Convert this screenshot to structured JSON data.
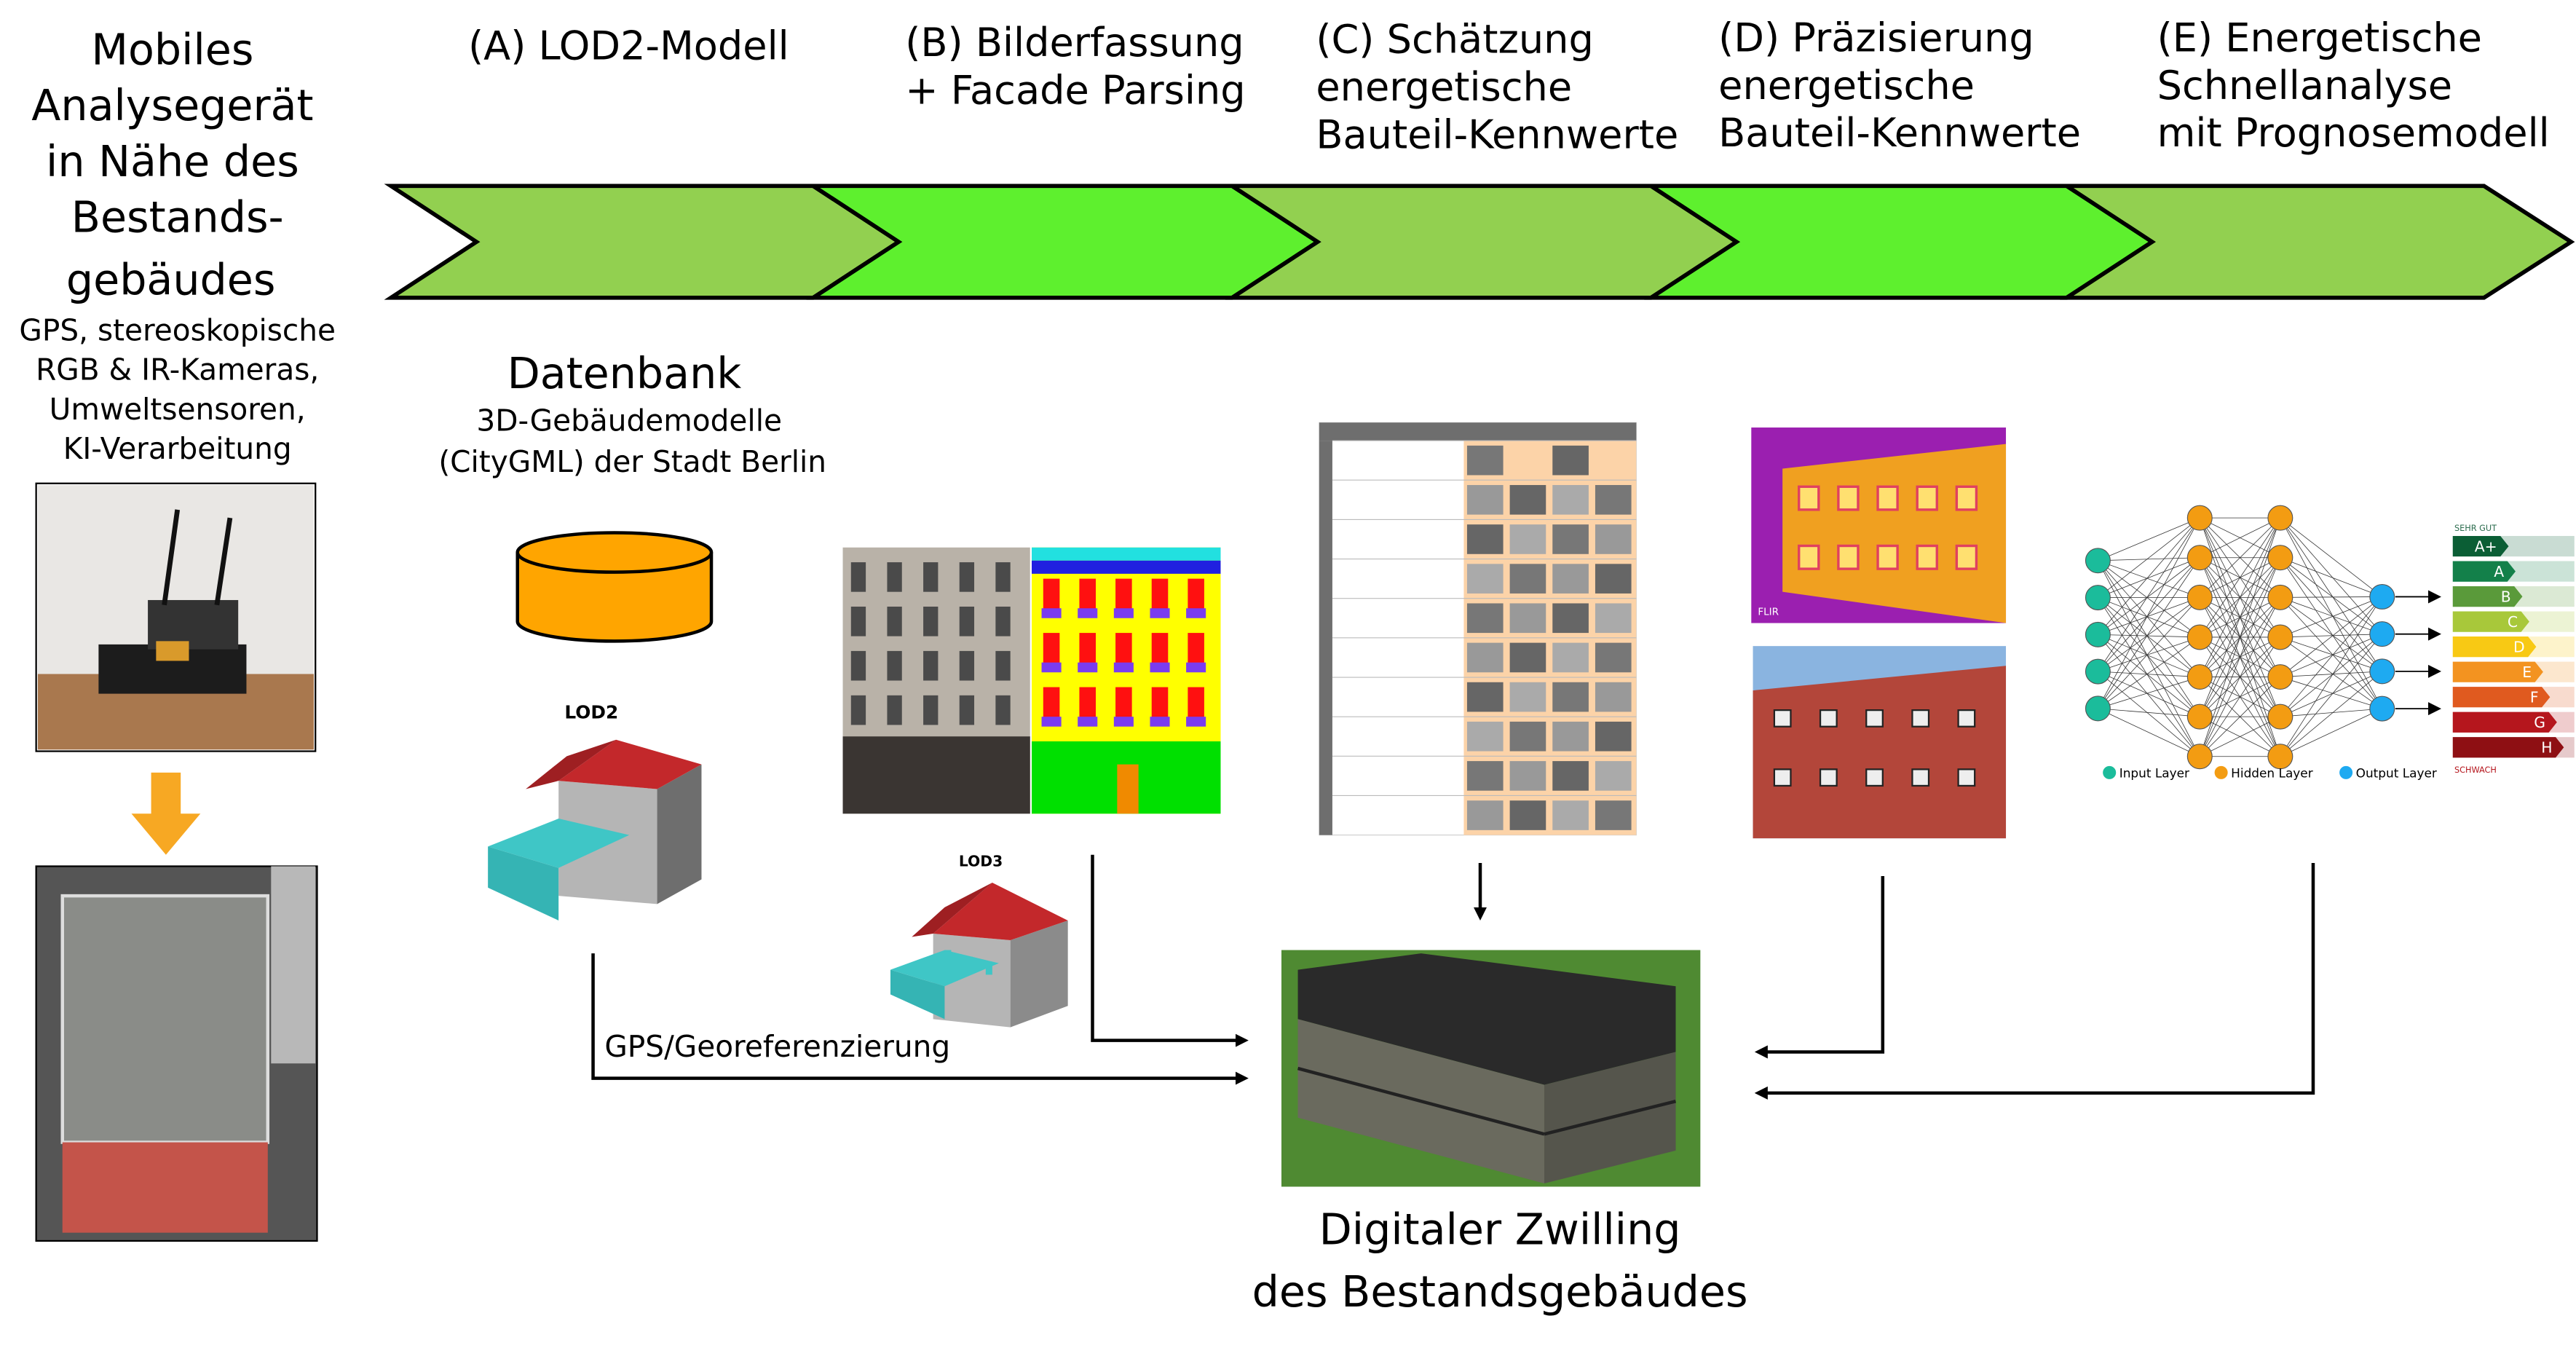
{
  "device": {
    "title_lines": [
      "Mobiles",
      "Analysegerät",
      "in Nähe des",
      "Bestands-",
      "gebäudes"
    ],
    "subtitle_lines": [
      "GPS, stereoskopische",
      "RGB & IR-Kameras,",
      "Umweltsensoren,",
      "KI-Verarbeitung"
    ]
  },
  "steps": [
    {
      "lines": [
        "(A) LOD2-Modell"
      ]
    },
    {
      "lines": [
        "(B) Bilderfassung",
        "+ Facade Parsing"
      ]
    },
    {
      "lines": [
        "(C) Schätzung",
        "energetische",
        "Bauteil-Kennwerte"
      ]
    },
    {
      "lines": [
        "(D) Präzisierung",
        "energetische",
        "Bauteil-Kennwerte"
      ]
    },
    {
      "lines": [
        "(E) Energetische",
        "Schnellanalyse",
        "mit Prognosemodell"
      ]
    }
  ],
  "colors": {
    "chevron_light": "#92d050",
    "chevron_bright": "#5ef02e",
    "database": "#ffa500",
    "down_arrow": "#f7a823",
    "input_node": "#1bbc9b",
    "hidden_node": "#f39c12",
    "output_node": "#1eaaf1"
  },
  "database": {
    "title": "Datenbank",
    "subtitle_lines": [
      "3D-Gebäudemodelle",
      "(CityGML) der Stadt Berlin"
    ]
  },
  "lod2_label": "LOD2",
  "lod3_label": "LOD3",
  "thermal_brand": "FLIR",
  "gps_label": "GPS/Georeferenzierung",
  "neural_net": {
    "legend": [
      "Input Layer",
      "Hidden Layer",
      "Output Layer"
    ]
  },
  "energy_label": {
    "top": "SEHR GUT",
    "bottom": "SCHWACH",
    "classes": [
      {
        "label": "A+",
        "color": "#0b5e35"
      },
      {
        "label": "A",
        "color": "#13804a"
      },
      {
        "label": "B",
        "color": "#5a9a3a"
      },
      {
        "label": "C",
        "color": "#a8c83a"
      },
      {
        "label": "D",
        "color": "#f8c914"
      },
      {
        "label": "E",
        "color": "#f39320"
      },
      {
        "label": "F",
        "color": "#e05a1f"
      },
      {
        "label": "G",
        "color": "#b5161d"
      },
      {
        "label": "H",
        "color": "#8e0f13"
      }
    ]
  },
  "twin": {
    "caption_lines": [
      "Digitaler Zwilling",
      "des Bestandsgebäudes"
    ]
  }
}
